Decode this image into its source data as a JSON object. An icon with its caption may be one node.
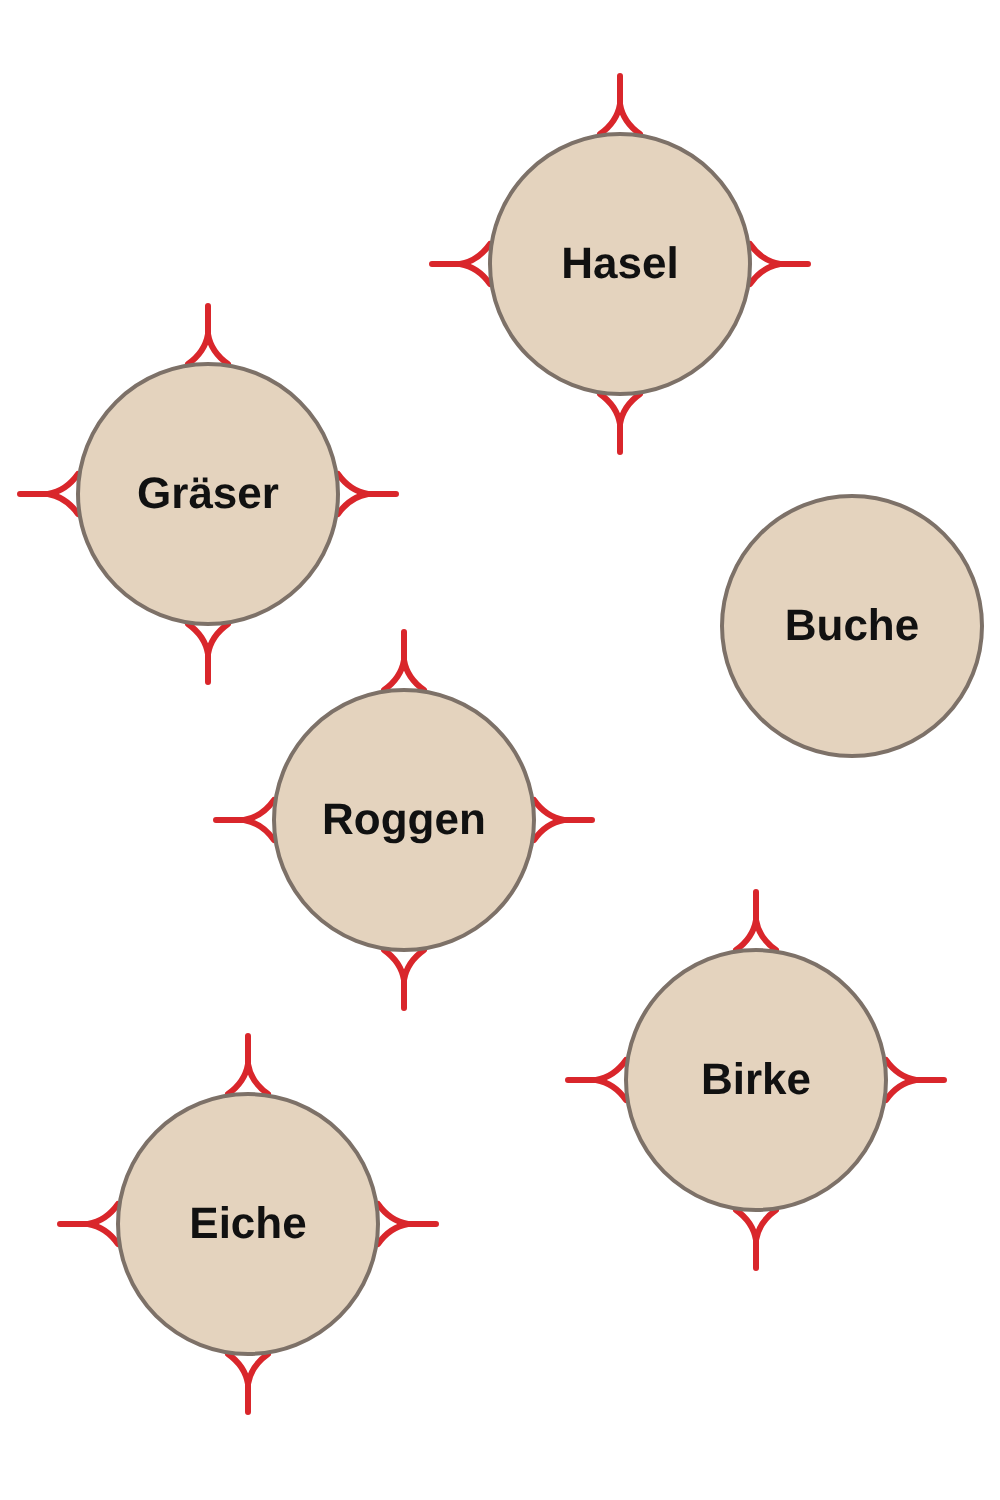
{
  "diagram": {
    "nodes": [
      {
        "text": [
          "Hasel"
        ]
      },
      {
        "text": [
          "Gräser"
        ]
      },
      {
        "text": [
          "Buche"
        ]
      },
      {
        "text": [
          "Roggen"
        ]
      },
      {
        "text": [
          "Birke"
        ]
      },
      {
        "text": [
          "Eiche"
        ]
      }
    ]
  }
}
